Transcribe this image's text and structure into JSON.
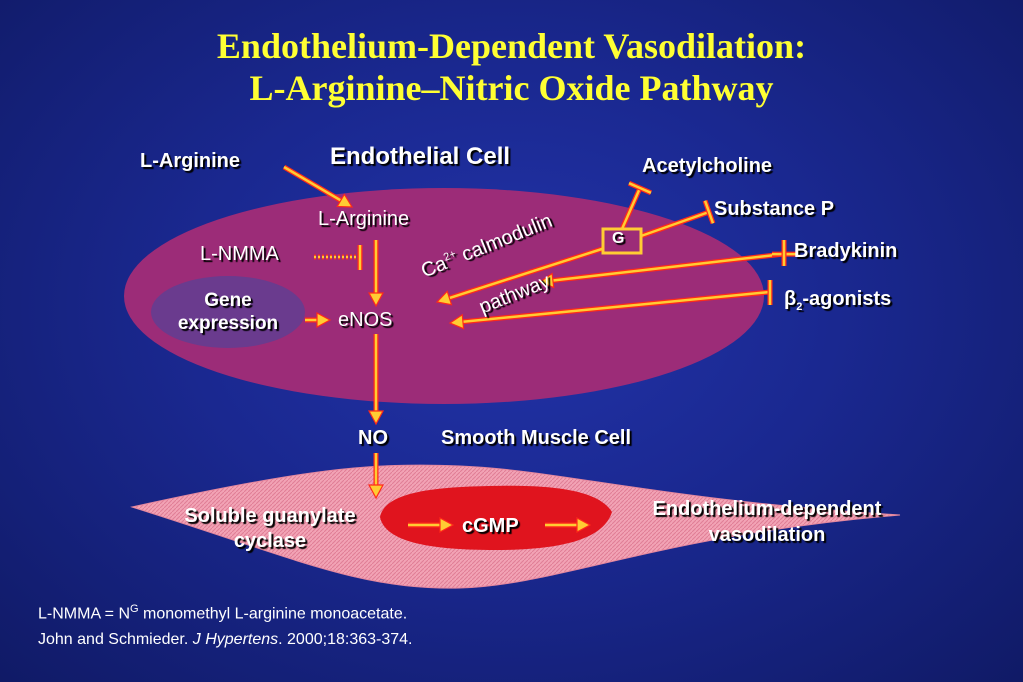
{
  "title": {
    "line1": "Endothelium-Dependent Vasodilation:",
    "line2": "L-Arginine–Nitric Oxide Pathway"
  },
  "endothelial_cell": {
    "label": "Endothelial Cell",
    "l_arginine_inner": "L-Arginine",
    "l_nmma": "L-NMMA",
    "gene_expression_line1": "Gene",
    "gene_expression_line2": "expression",
    "enos": "eNOS",
    "ca_pathway_prefix": "Ca",
    "ca_pathway_sup": "2+",
    "ca_pathway_suffix": " calmodulin",
    "ca_pathway_line2": "pathway",
    "g_protein": "G"
  },
  "l_arginine_outer": "L-Arginine",
  "agonists": {
    "acetylcholine": "Acetylcholine",
    "substance_p": "Substance P",
    "bradykinin": "Bradykinin",
    "beta_symbol": "β",
    "beta_sub": "2",
    "beta_suffix": "-agonists"
  },
  "no_label": "NO",
  "smooth_muscle": {
    "label": "Smooth Muscle Cell",
    "guanylate_line1": "Soluble guanylate",
    "guanylate_line2": "cyclase",
    "cgmp": "cGMP",
    "vasodilation_line1": "Endothelium-dependent",
    "vasodilation_line2": "vasodilation"
  },
  "footnotes": {
    "line1_prefix": "L-NMMA = N",
    "line1_sup": "G",
    "line1_suffix": " monomethyl L-arginine monoacetate.",
    "line2_prefix": "John and Schmieder. ",
    "line2_journal": "J Hypertens",
    "line2_suffix": ". 2000;18:363-374."
  },
  "colors": {
    "title": "#ffff33",
    "endothelial_fill": "#9c2c78",
    "gene_fill": "#6a3b8e",
    "smooth_muscle_fill": "#f2a3b5",
    "cgmp_fill": "#e0141e",
    "arrow_fill": "#ffcc33",
    "arrow_edge": "#ff2a1a"
  }
}
